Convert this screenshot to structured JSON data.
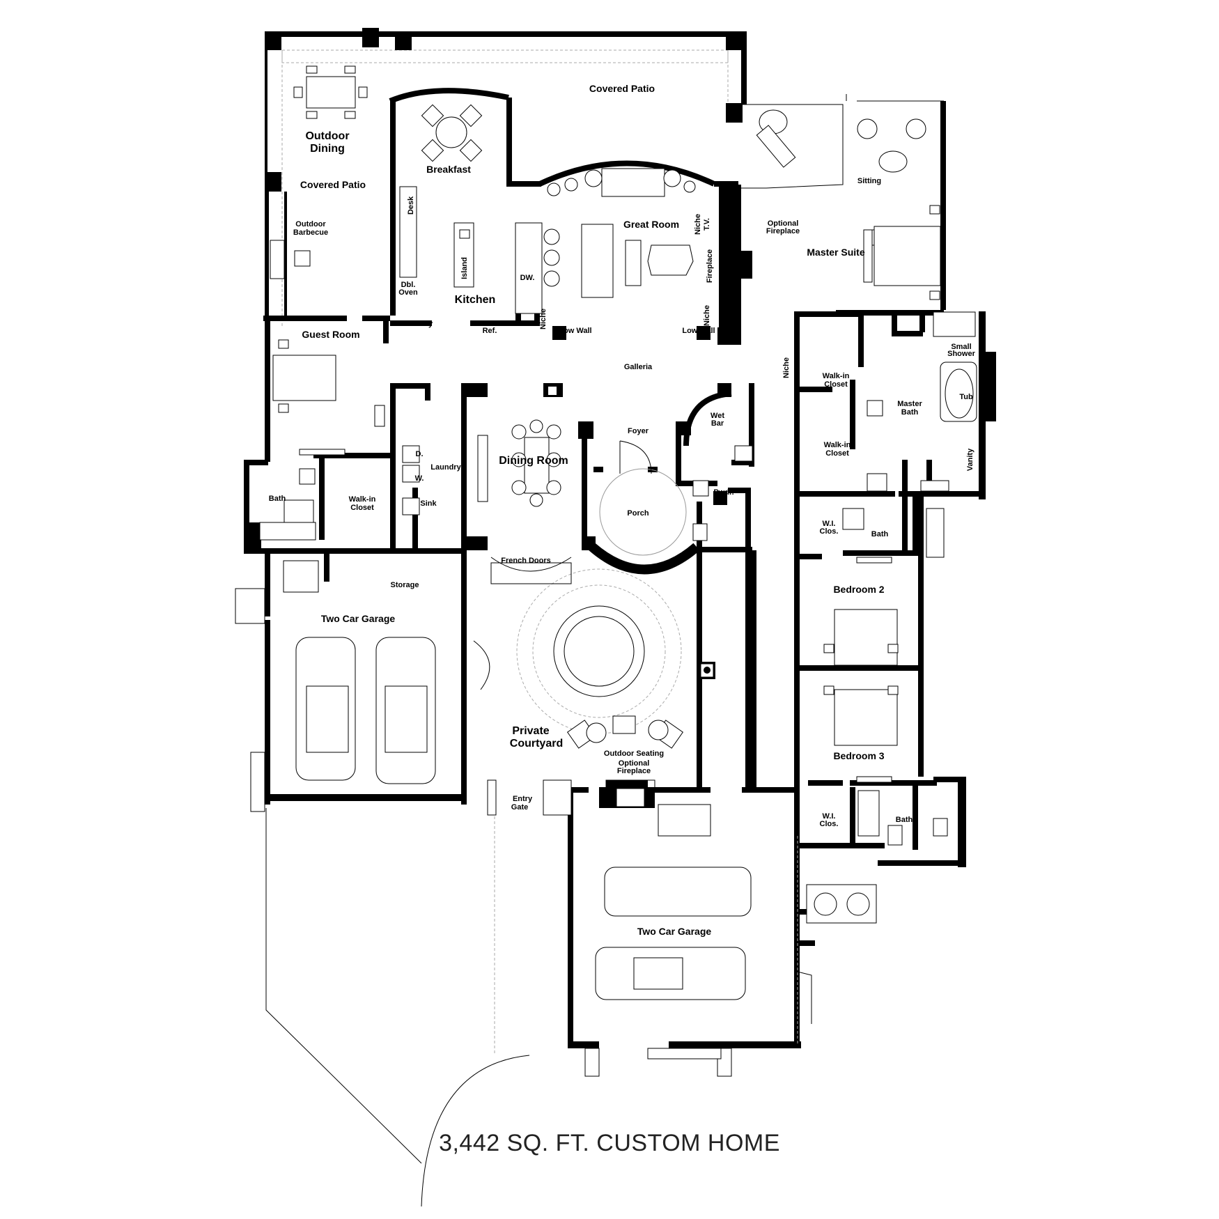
{
  "caption": "3,442 SQ. FT. CUSTOM HOME",
  "rooms": {
    "covered_patio_top": "Covered Patio",
    "outdoor_dining_1": "Outdoor",
    "outdoor_dining_2": "Dining",
    "covered_patio_left": "Covered Patio",
    "outdoor_barbecue_1": "Outdoor",
    "outdoor_barbecue_2": "Barbecue",
    "breakfast": "Breakfast",
    "desk": "Desk",
    "island": "Island",
    "kitchen": "Kitchen",
    "dw": "DW.",
    "dbl_oven_1": "Dbl.",
    "dbl_oven_2": "Oven",
    "pantry": "Pantry",
    "ref": "Ref.",
    "niche_kitchen": "Niche",
    "low_wall_1": "Low Wall",
    "low_wall_2": "Low Wall",
    "great_room": "Great Room",
    "niche_tv_1": "Niche",
    "niche_tv_2": "T.V.",
    "fireplace": "Fireplace",
    "niche_great": "Niche",
    "optional_fireplace_1a": "Optional",
    "optional_fireplace_1b": "Fireplace",
    "master_suite": "Master Suite",
    "sitting": "Sitting",
    "guest_room": "Guest Room",
    "galleria": "Galleria",
    "niche_hall": "Niche",
    "walkin_closet_1a": "Walk-in",
    "walkin_closet_1b": "Closet",
    "master_bath_1": "Master",
    "master_bath_2": "Bath",
    "small_shower_1": "Small",
    "small_shower_2": "Shower",
    "tub": "Tub",
    "walkin_closet_2a": "Walk-in",
    "walkin_closet_2b": "Closet",
    "vanity": "Vanity",
    "laundry": "Laundry",
    "dryer": "D.",
    "washer": "W.",
    "sink": "Sink",
    "dining_room": "Dining Room",
    "foyer": "Foyer",
    "wet_bar_1": "Wet",
    "wet_bar_2": "Bar",
    "pwdr": "Pwdr.",
    "porch": "Porch",
    "bath_guest": "Bath",
    "walkin_closet_3a": "Walk-in",
    "walkin_closet_3b": "Closet",
    "french_doors": "French Doors",
    "storage": "Storage",
    "two_car_garage_left": "Two Car Garage",
    "wi_clos_1a": "W.I.",
    "wi_clos_1b": "Clos.",
    "bath_2": "Bath",
    "bedroom_2": "Bedroom 2",
    "private_courtyard_1": "Private",
    "private_courtyard_2": "Courtyard",
    "outdoor_seating": "Outdoor Seating",
    "optional_fireplace_2a": "Optional",
    "optional_fireplace_2b": "Fireplace",
    "entry_gate_1": "Entry",
    "entry_gate_2": "Gate",
    "bedroom_3": "Bedroom 3",
    "wi_clos_2a": "W.I.",
    "wi_clos_2b": "Clos.",
    "bath_3": "Bath",
    "two_car_garage_right": "Two Car Garage"
  }
}
